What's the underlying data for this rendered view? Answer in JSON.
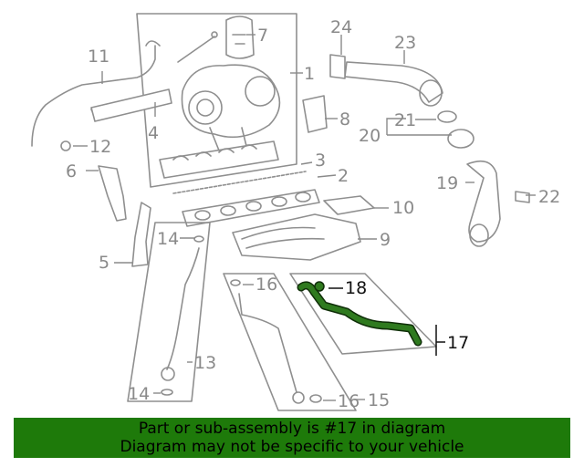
{
  "callouts": {
    "c1": "1",
    "c2": "2",
    "c3": "3",
    "c4": "4",
    "c5": "5",
    "c6": "6",
    "c7": "7",
    "c8": "8",
    "c9": "9",
    "c10": "10",
    "c11": "11",
    "c12": "12",
    "c13": "13",
    "c14a": "14",
    "c14b": "14",
    "c15": "15",
    "c16a": "16",
    "c16b": "16",
    "c17": "17",
    "c18": "18",
    "c19": "19",
    "c20": "20",
    "c21": "21",
    "c22": "22",
    "c23": "23",
    "c24": "24"
  },
  "highlight": {
    "part": "17",
    "color": "#2f7a1f"
  },
  "banner": {
    "line1": "Part or sub-assembly is #17 in diagram",
    "line2": "Diagram may not be specific to your vehicle",
    "color": "#1e7a0a"
  }
}
